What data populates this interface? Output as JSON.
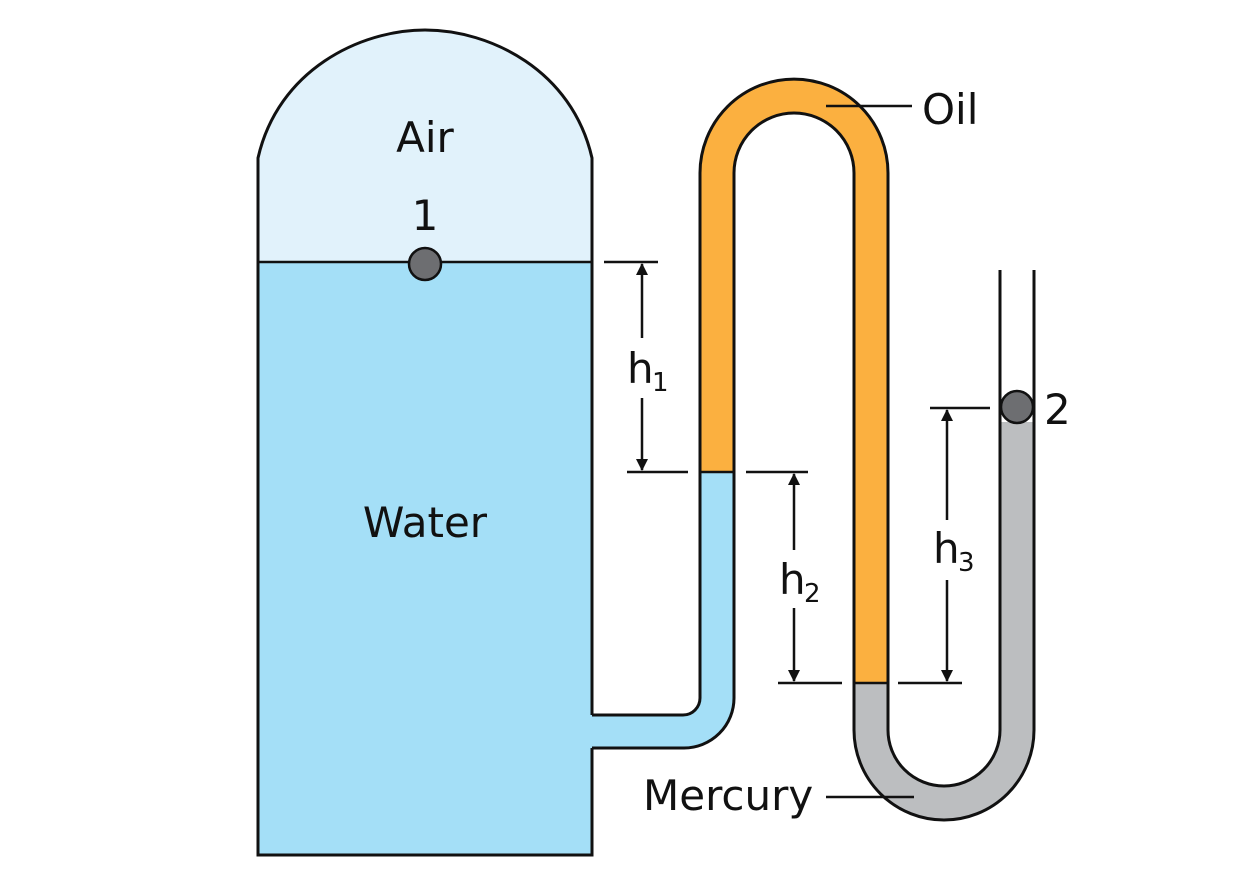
{
  "labels": {
    "air": "Air",
    "water": "Water",
    "oil": "Oil",
    "mercury": "Mercury",
    "point1": "1",
    "point2": "2",
    "h1_base": "h",
    "h1_sub": "1",
    "h2_base": "h",
    "h2_sub": "2",
    "h3_base": "h",
    "h3_sub": "3"
  },
  "colors": {
    "air": "#e1f2fb",
    "water": "#a4dff7",
    "oil": "#fbb040",
    "mercury": "#bcbec0",
    "point": "#6d6e71",
    "outline": "#111111"
  }
}
